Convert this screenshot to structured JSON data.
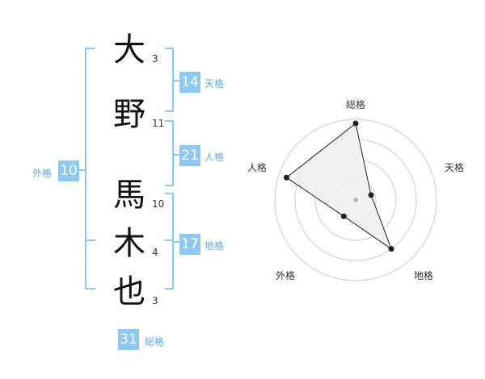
{
  "name": {
    "characters": [
      {
        "char": "大",
        "strokes": "3"
      },
      {
        "char": "野",
        "strokes": "11"
      },
      {
        "char": "馬",
        "strokes": "10"
      },
      {
        "char": "木",
        "strokes": "4"
      },
      {
        "char": "也",
        "strokes": "3"
      }
    ]
  },
  "kakusu": {
    "tenkaku": {
      "value": "14",
      "label": "天格"
    },
    "jinkaku": {
      "value": "21",
      "label": "人格"
    },
    "chikaku": {
      "value": "17",
      "label": "地格"
    },
    "gaikaku": {
      "value": "10",
      "label": "外格"
    },
    "soukaku": {
      "value": "31",
      "label": "総格"
    }
  },
  "radar": {
    "labels": {
      "top": "総格",
      "right": "天格",
      "bottom_right": "地格",
      "bottom_left": "外格",
      "left": "人格"
    },
    "values": [
      0.95,
      0.2,
      0.75,
      0.25,
      0.9
    ],
    "colors": {
      "accent": "#8cc8f2",
      "fill": "#eeeeee",
      "line": "#222222",
      "grid": "#cccccc"
    }
  }
}
